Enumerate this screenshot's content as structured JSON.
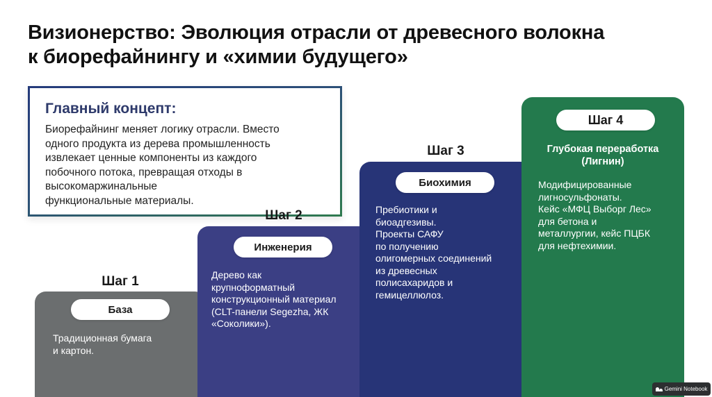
{
  "title": {
    "lines": [
      "Визионерство: Эволюция отрасли от древесного волокна",
      "к биорефайнингу и «химии будущего»"
    ]
  },
  "concept": {
    "heading": "Главный концепт:",
    "lines": [
      "Биорефайнинг меняет логику отрасли. Вместо",
      "одного продукта из дерева промышленность",
      "извлекает ценные компоненты из каждого",
      "побочного потока, превращая отходы в",
      "высокомаржинальные",
      "функциональные материалы."
    ]
  },
  "steps": [
    {
      "step": "Шаг 1",
      "pill": "База",
      "lines": [
        "Традиционная бумага",
        "и картон."
      ],
      "color": "#6b6e6f"
    },
    {
      "step": "Шаг 2",
      "pill": "Инженерия",
      "lines": [
        "Дерево как",
        "крупноформатный",
        "конструкционный материал",
        "(CLT-панели Segezha, ЖК",
        "«Соколики»)."
      ],
      "color": "#3b3f84"
    },
    {
      "step": "Шаг 3",
      "pill": "Биохимия",
      "lines": [
        "Пребиотики и",
        "биоадгезивы.",
        "Проекты САФУ",
        "по получению",
        "олигомерных соединений",
        "из древесных",
        "полисахаридов и",
        "гемицеллюлоз."
      ],
      "color": "#273477"
    },
    {
      "step": "Шаг 4",
      "pill": "",
      "heading_lines": [
        "Глубокая переработка",
        "(Лигнин)"
      ],
      "lines": [
        "Модифицированные",
        "лигносульфонаты.",
        "Кейс «МФЦ Выборг Лес»",
        "для бетона и",
        "металлургии, кейс ПЦБК",
        "для нефтехимии."
      ],
      "color": "#237a4d"
    }
  ],
  "badge": {
    "label": "Gemini Notebook",
    "icon": "gemini-notebook-icon"
  }
}
